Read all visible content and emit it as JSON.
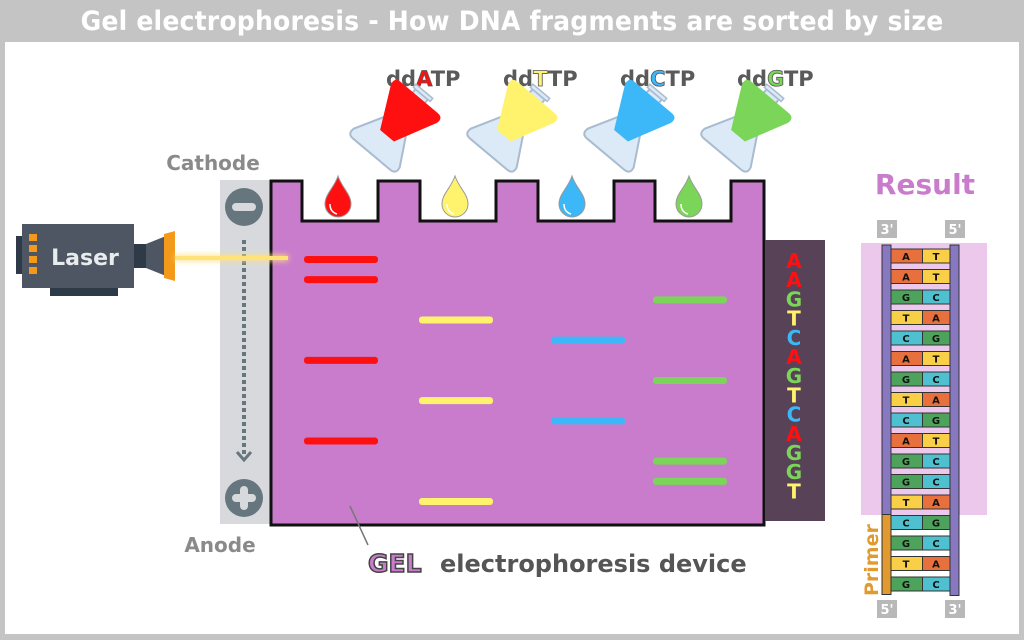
{
  "title": "Gel electrophoresis - How DNA fragments are sorted by size",
  "electrodes": {
    "cathode_label": "Cathode",
    "anode_label": "Anode",
    "cathode_icon": "minus-icon",
    "anode_icon": "plus-icon"
  },
  "laser": {
    "label": "Laser",
    "beam_color": "#ffe27a"
  },
  "reagents": [
    {
      "prefix": "dd",
      "base": "A",
      "suffix": "TP",
      "color": "#ff1010"
    },
    {
      "prefix": "dd",
      "base": "T",
      "suffix": "TP",
      "color": "#fff36e"
    },
    {
      "prefix": "dd",
      "base": "C",
      "suffix": "TP",
      "color": "#3cb8f8"
    },
    {
      "prefix": "dd",
      "base": "G",
      "suffix": "TP",
      "color": "#7bd558"
    }
  ],
  "gel": {
    "color": "#c97ccc",
    "label_gel": "GEL",
    "label_rest": "electrophoresis device",
    "lanes": [
      {
        "base": "A",
        "color": "#ff1010",
        "band_positions": [
          1,
          2,
          6,
          10
        ]
      },
      {
        "base": "T",
        "color": "#fff36e",
        "band_positions": [
          4,
          8,
          13
        ]
      },
      {
        "base": "C",
        "color": "#3cb8f8",
        "band_positions": [
          5,
          9
        ]
      },
      {
        "base": "G",
        "color": "#7bd558",
        "band_positions": [
          3,
          7,
          11,
          12
        ]
      }
    ]
  },
  "read_sequence": [
    "A",
    "A",
    "G",
    "T",
    "C",
    "A",
    "G",
    "T",
    "C",
    "A",
    "G",
    "G",
    "T"
  ],
  "base_colors": {
    "A": "#ff1010",
    "T": "#fff36e",
    "C": "#3cb8f8",
    "G": "#7bd558"
  },
  "result": {
    "title": "Result",
    "top_left_end": "3'",
    "top_right_end": "5'",
    "bottom_left_end": "5'",
    "bottom_right_end": "3'",
    "primer_label": "Primer",
    "pairs": [
      [
        "A",
        "T"
      ],
      [
        "A",
        "T"
      ],
      [
        "G",
        "C"
      ],
      [
        "T",
        "A"
      ],
      [
        "C",
        "G"
      ],
      [
        "A",
        "T"
      ],
      [
        "G",
        "C"
      ],
      [
        "T",
        "A"
      ],
      [
        "C",
        "G"
      ],
      [
        "A",
        "T"
      ],
      [
        "G",
        "C"
      ],
      [
        "G",
        "C"
      ],
      [
        "T",
        "A"
      ]
    ],
    "primer_pairs": [
      [
        "C",
        "G"
      ],
      [
        "G",
        "C"
      ],
      [
        "T",
        "A"
      ],
      [
        "G",
        "C"
      ]
    ],
    "pair_colors": {
      "A": "#e8703c",
      "T": "#f8cf46",
      "G": "#4ea35c",
      "C": "#4fc0cf"
    }
  }
}
